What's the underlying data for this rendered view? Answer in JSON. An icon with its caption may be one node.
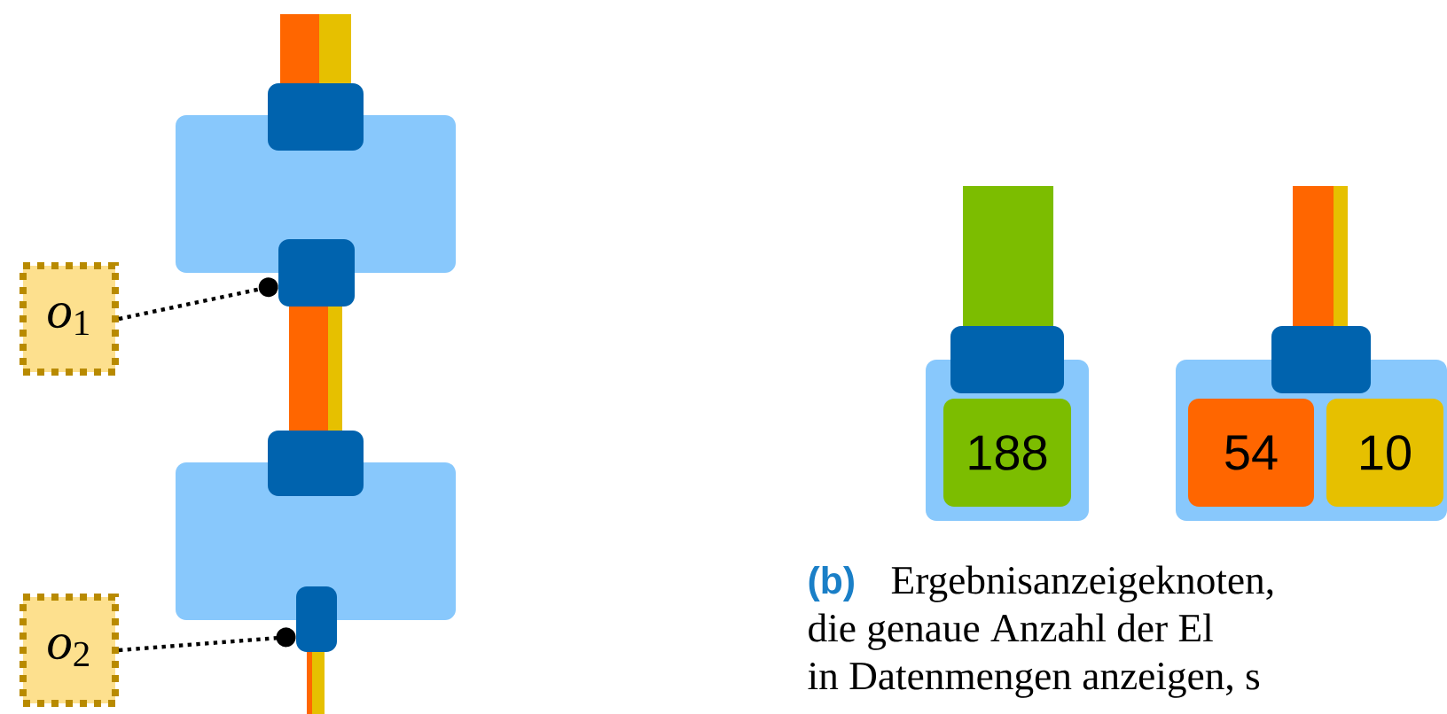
{
  "diagram": {
    "nodes": [
      {
        "text": [
          "*o*$_{1}$"
        ]
      },
      {
        "text": [
          "*o*$_{2}$"
        ]
      },
      {
        "text": [],
        "shape": "box"
      },
      {
        "text": [],
        "shape": "box"
      },
      {
        "text": [],
        "shape": "box"
      },
      {
        "text": [
          "188"
        ],
        "in": 4
      },
      {
        "text": [],
        "shape": "box"
      },
      {
        "text": [
          "54"
        ],
        "in": 6
      },
      {
        "text": [
          "10"
        ],
        "in": 6
      },
      {
        "text": [],
        "shape": "box"
      },
      {
        "text": [],
        "shape": "box"
      },
      {
        "text": [],
        "shape": "bar"
      },
      {
        "text": [],
        "shape": "bar"
      },
      {
        "text": [],
        "shape": "bar"
      },
      {
        "text": [],
        "shape": "bar"
      },
      {
        "text": [],
        "shape": "bar"
      }
    ],
    "edges": [
      {
        "from": 0,
        "to": 2,
        "arrow": "other",
        "style": "dashed"
      },
      {
        "from": 1,
        "to": 3,
        "arrow": "other",
        "style": "dashed"
      }
    ],
    "labels": [
      "(b)",
      "Ergebnisanzeigeknoten,",
      "die genaue Anzahl der El",
      "in Datenmengen anzeigen, s"
    ]
  }
}
